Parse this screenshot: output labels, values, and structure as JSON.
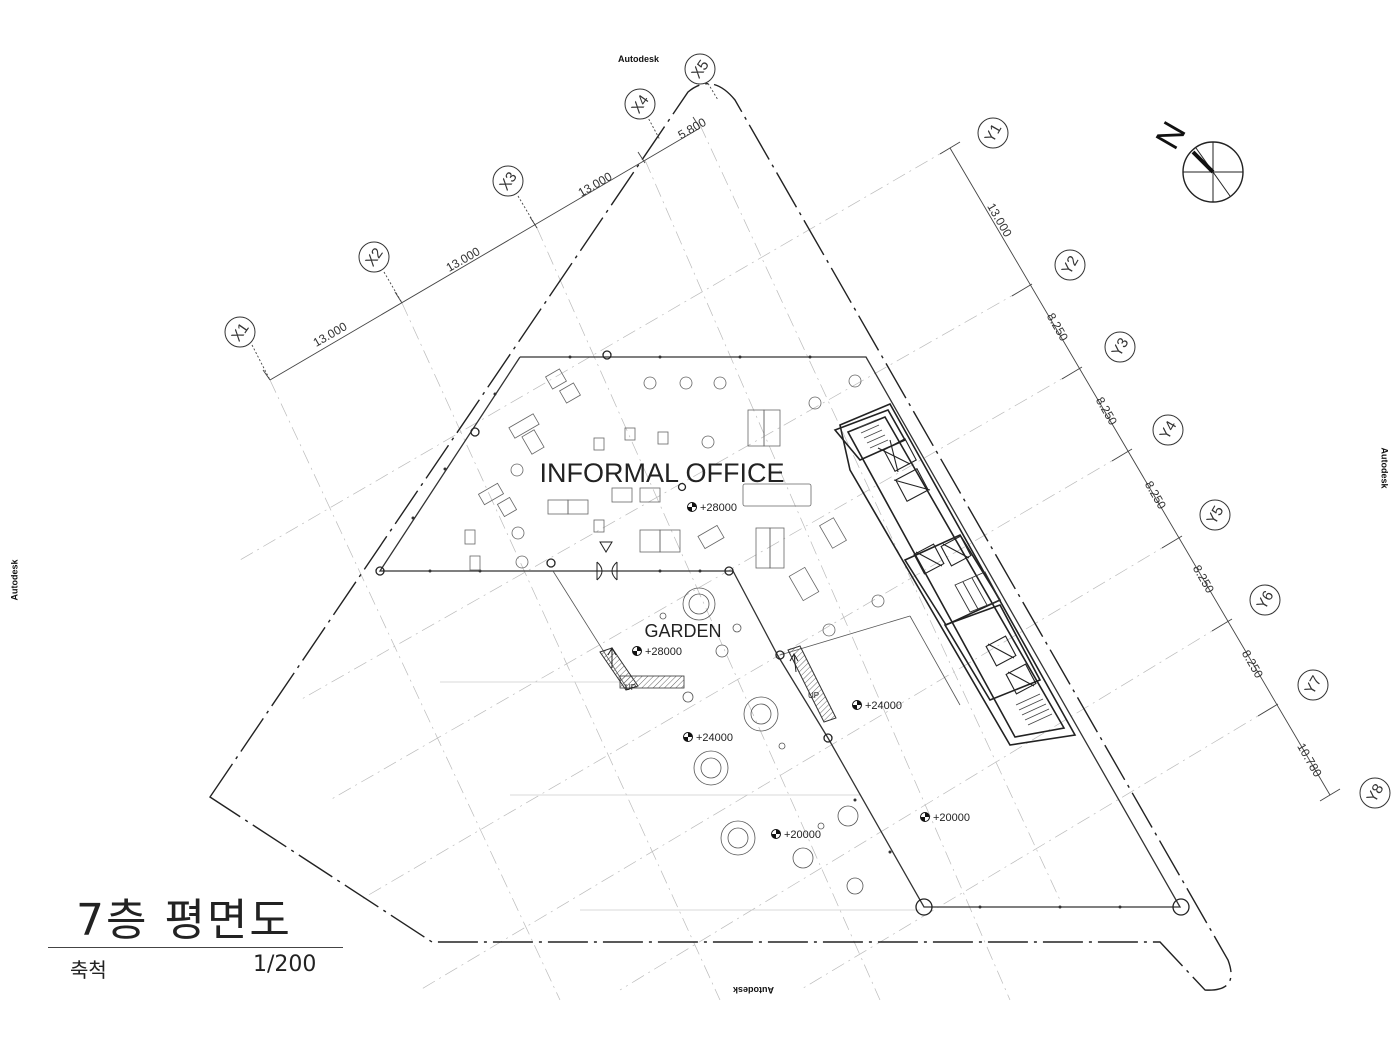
{
  "watermark": "Autodesk",
  "title": "7층 평면도",
  "scale": {
    "label": "축척",
    "value": "1/200"
  },
  "compass": {
    "label": "N"
  },
  "rooms": [
    {
      "id": "informal-office",
      "label": "INFORMAL OFFICE"
    },
    {
      "id": "garden",
      "label": "GARDEN"
    }
  ],
  "stair_labels": [
    "UP",
    "UP"
  ],
  "x_grid": {
    "labels": [
      "X1",
      "X2",
      "X3",
      "X4",
      "X5"
    ],
    "spacings": [
      "13.000",
      "13.000",
      "13.000",
      "5.800"
    ]
  },
  "y_grid": {
    "labels": [
      "Y1",
      "Y2",
      "Y3",
      "Y4",
      "Y5",
      "Y6",
      "Y7",
      "Y8"
    ],
    "spacings": [
      "13.000",
      "8.250",
      "8.250",
      "8.250",
      "8.250",
      "8.250",
      "10.780"
    ]
  },
  "levels": [
    "+28000",
    "+28000",
    "+24000",
    "+24000",
    "+20000",
    "+20000"
  ]
}
